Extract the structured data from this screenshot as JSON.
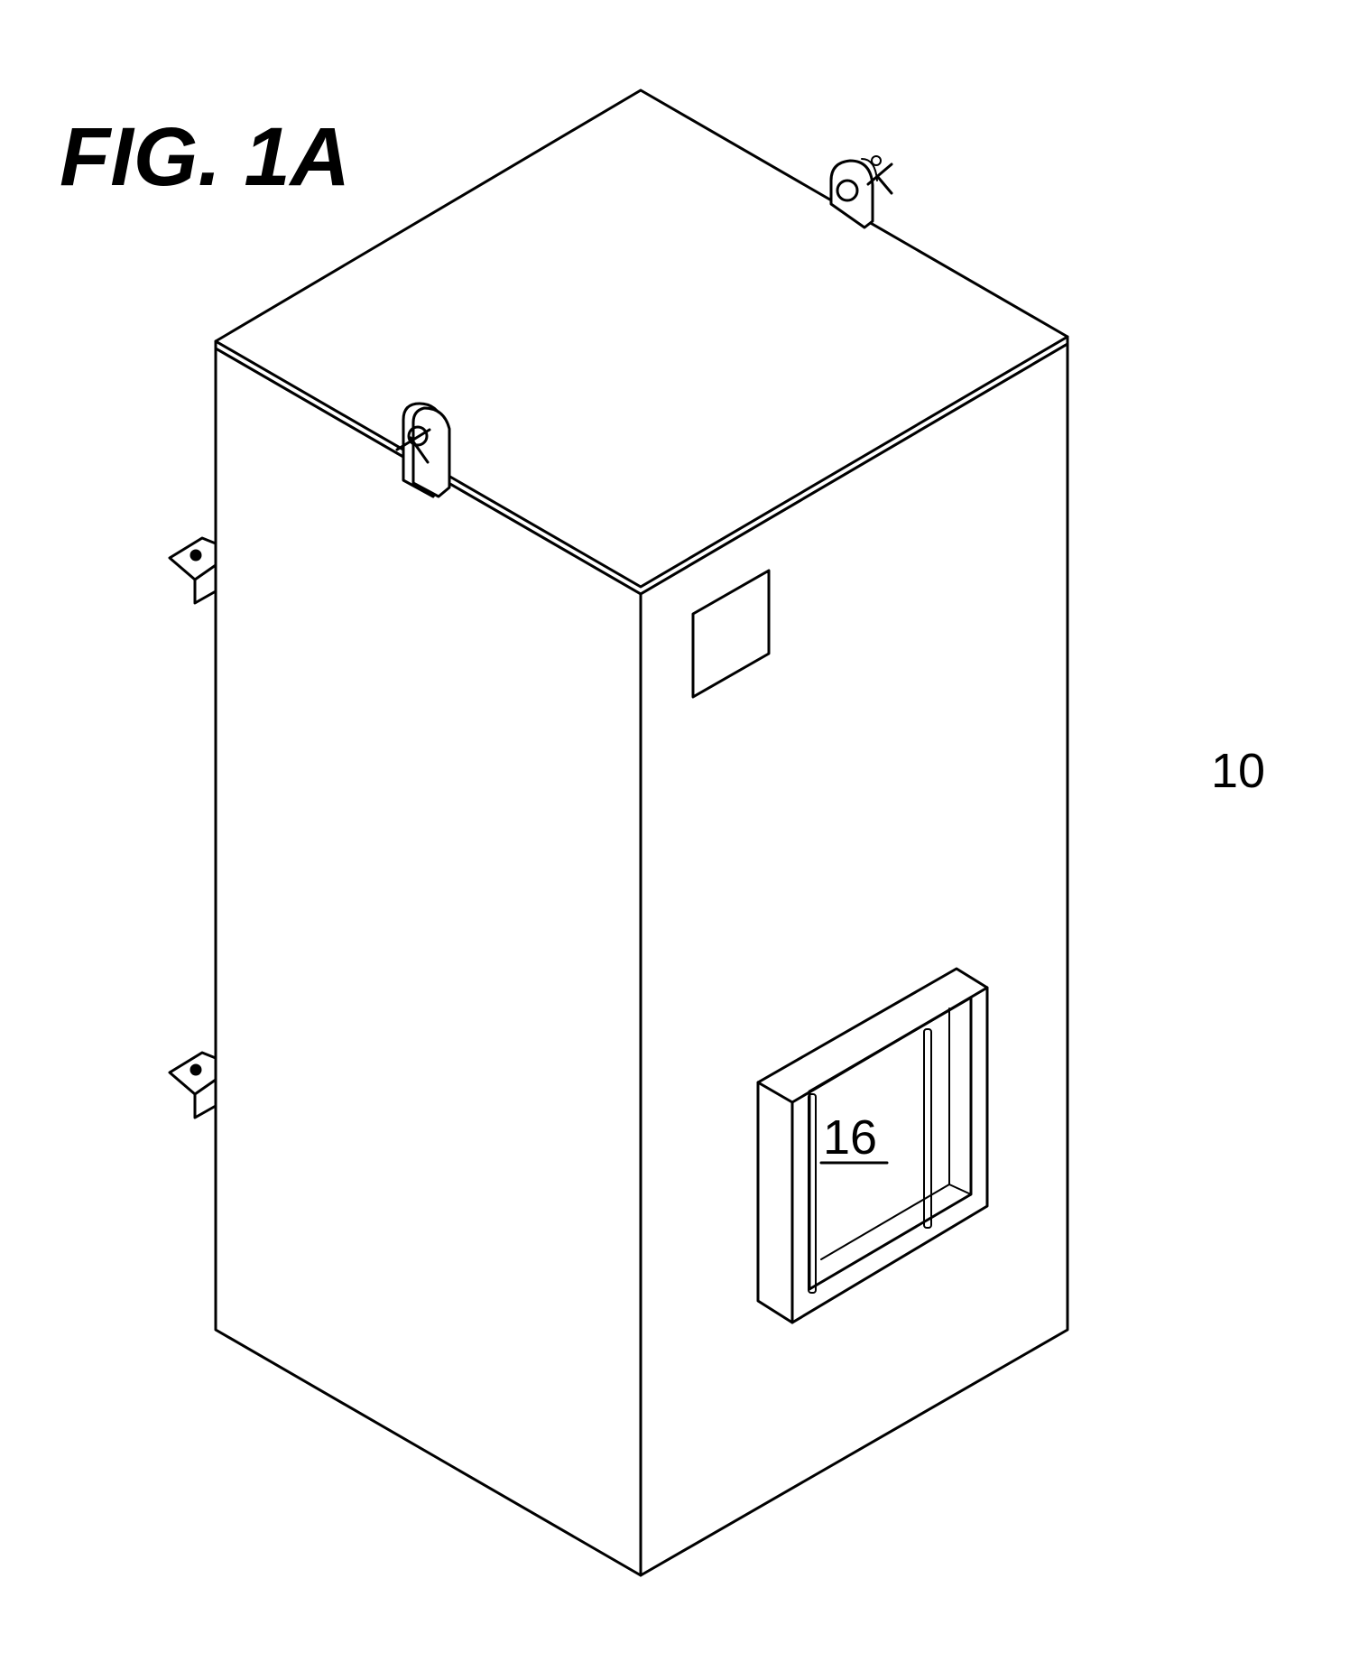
{
  "figure": {
    "title": "FIG. 1A",
    "labels": {
      "enclosure_ref": "10",
      "window_ref": "16"
    }
  }
}
